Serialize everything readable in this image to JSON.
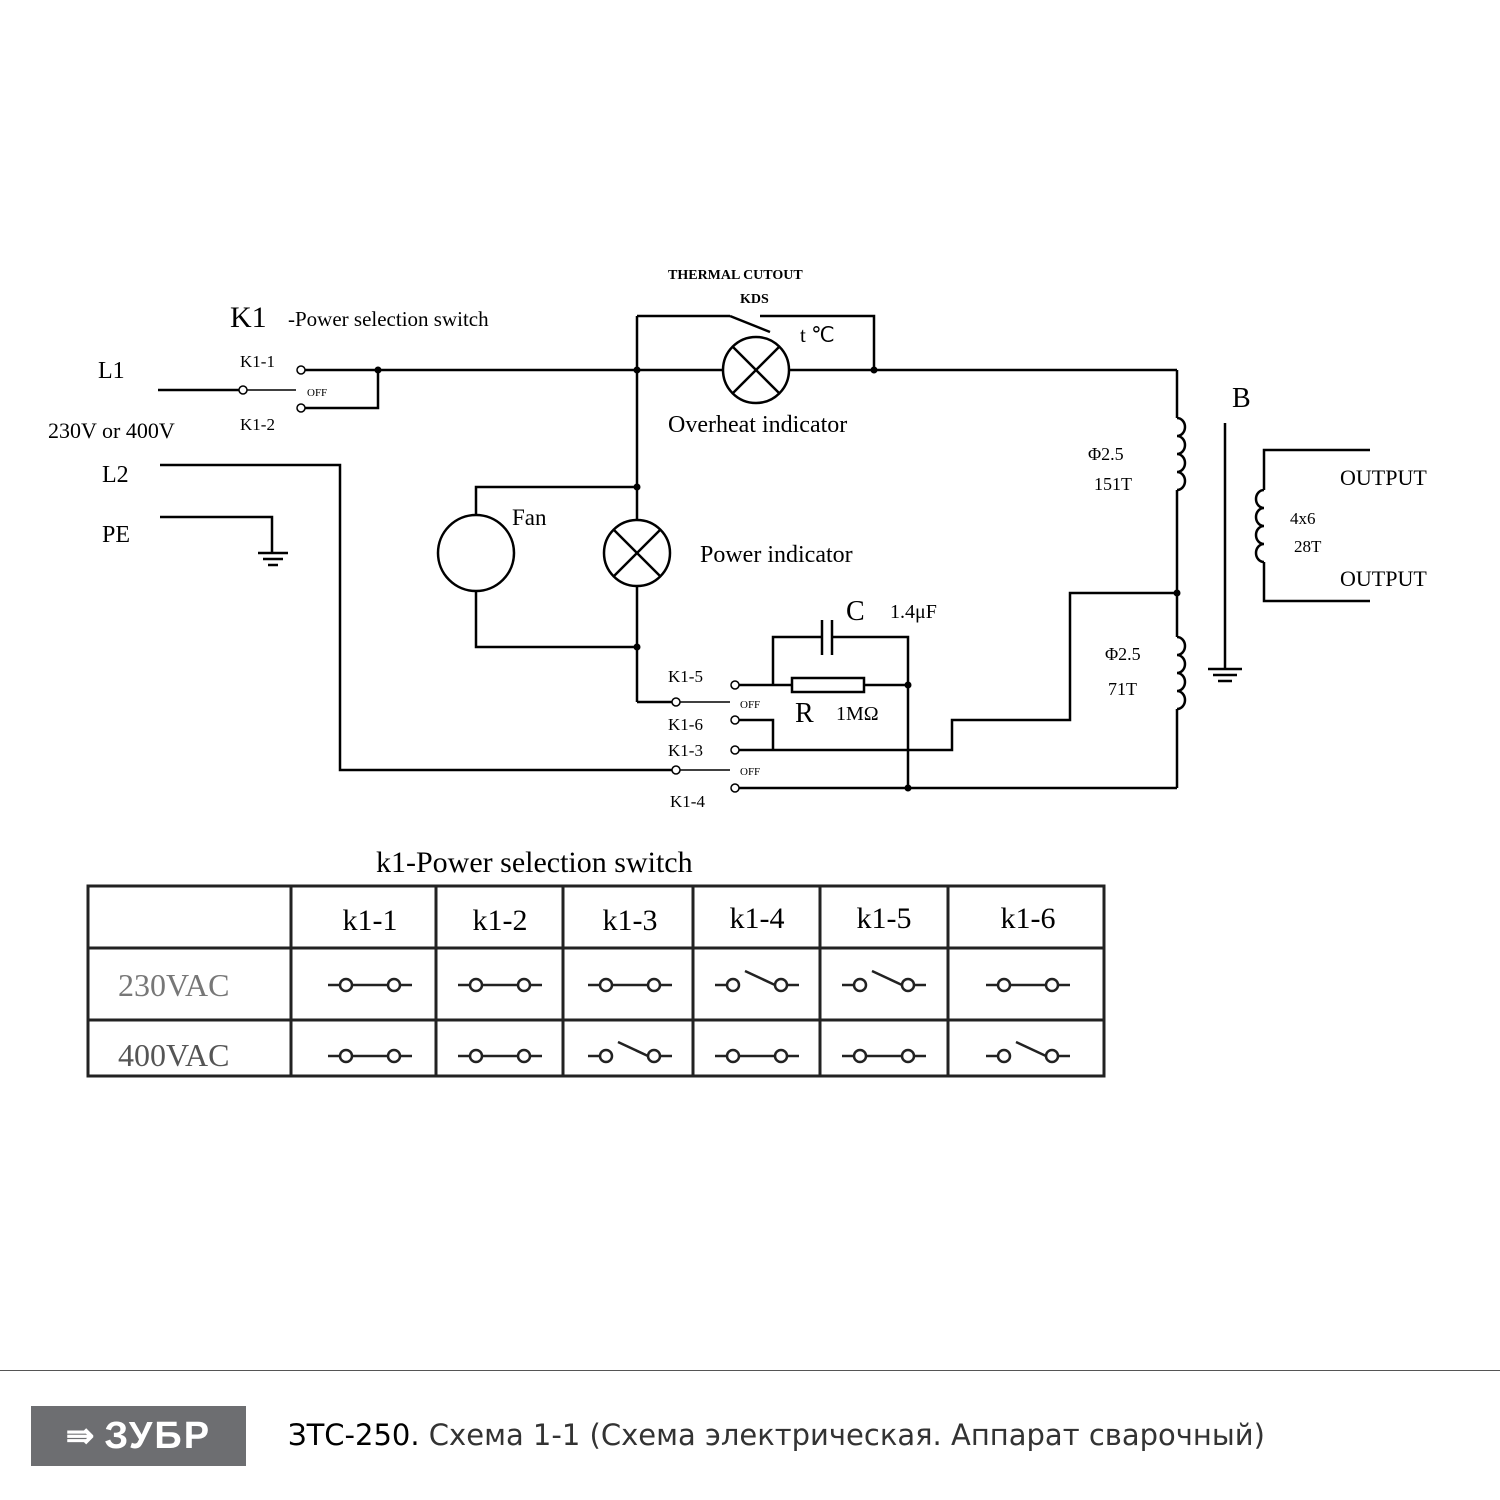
{
  "diagram": {
    "k1_title_main": "K1",
    "k1_title_sub": "-Power selection switch",
    "thermal_cutout": "THERMAL   CUTOUT",
    "kds": "KDS",
    "temp": "t ℃",
    "l1": "L1",
    "l2": "L2",
    "pe": "PE",
    "voltage": "230V or 400V",
    "k1_1": "K1-1",
    "k1_2": "K1-2",
    "k1_3": "K1-3",
    "k1_4": "K1-4",
    "k1_5": "K1-5",
    "k1_6": "K1-6",
    "off": "OFF",
    "overheat_indicator": "Overheat indicator",
    "power_indicator": "Power indicator",
    "fan": "Fan",
    "cap_c": "C",
    "cap_value": "1.4μF",
    "res_r": "R",
    "res_value": "1MΩ",
    "trans_b": "B",
    "coil1_wire": "Φ2.5",
    "coil1_turns": "151T",
    "coil2_wire": "Φ2.5",
    "coil2_turns": "71T",
    "sec_wire": "4x6",
    "sec_turns": "28T",
    "output": "OUTPUT"
  },
  "table": {
    "title": "k1-Power selection switch",
    "columns": [
      "k1-1",
      "k1-2",
      "k1-3",
      "k1-4",
      "k1-5",
      "k1-6"
    ],
    "rows": [
      {
        "label": "230VAC",
        "states": [
          "closed",
          "closed",
          "closed",
          "open",
          "open",
          "closed"
        ]
      },
      {
        "label": "400VAC",
        "states": [
          "closed",
          "closed",
          "open",
          "closed",
          "closed",
          "open"
        ]
      }
    ]
  },
  "footer": {
    "logo": "ЗУБР",
    "logo_icon": "double-arrow-icon",
    "model": "ЗТС-250.",
    "description": " Схема 1-1 (Схема электрическая. Аппарат сварочный)"
  },
  "colors": {
    "logo_bg": "#6d6e71",
    "line": "#000000"
  }
}
